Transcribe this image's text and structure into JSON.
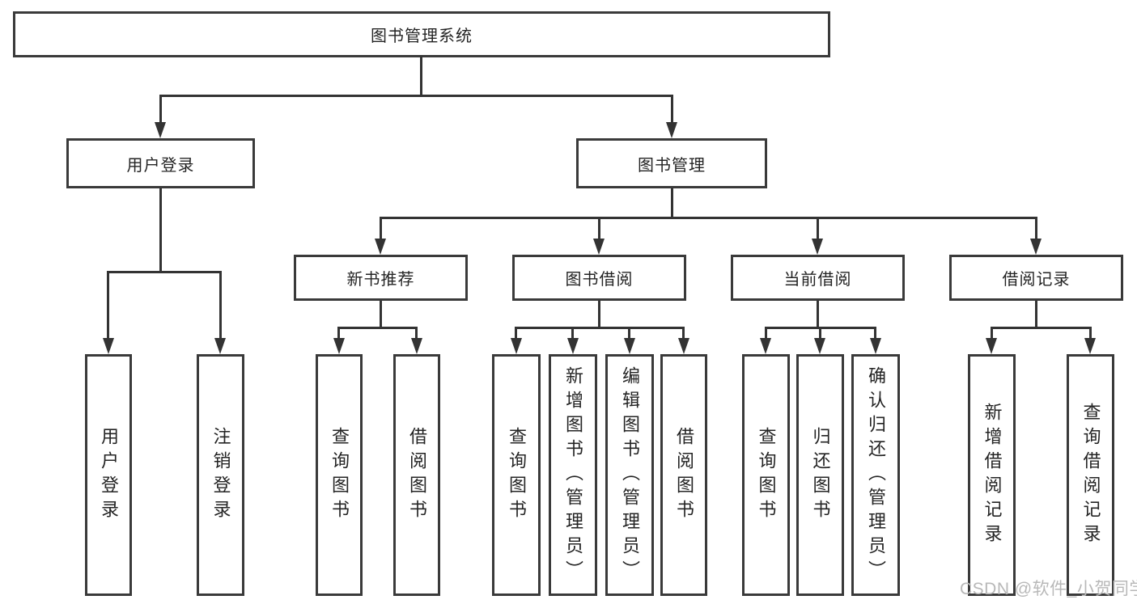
{
  "tree": {
    "root": "图书管理系统",
    "children": [
      {
        "label": "用户登录",
        "children": [
          "用户登录",
          "注销登录"
        ]
      },
      {
        "label": "图书管理",
        "children": [
          {
            "label": "新书推荐",
            "children": [
              "查询图书",
              "借阅图书"
            ]
          },
          {
            "label": "图书借阅",
            "children": [
              "查询图书",
              "新增图书（管理员）",
              "编辑图书（管理员）",
              "借阅图书"
            ]
          },
          {
            "label": "当前借阅",
            "children": [
              "查询图书",
              "归还图书",
              "确认归还（管理员）"
            ]
          },
          {
            "label": "借阅记录",
            "children": [
              "新增借阅记录",
              "查询借阅记录"
            ]
          }
        ]
      }
    ]
  },
  "watermark": "CSDN @软件_小贺同学",
  "colors": {
    "line": "#333333",
    "border": "#3a3a3a",
    "text": "#242424",
    "watermark": "#b8b8b8",
    "background": "#ffffff"
  }
}
